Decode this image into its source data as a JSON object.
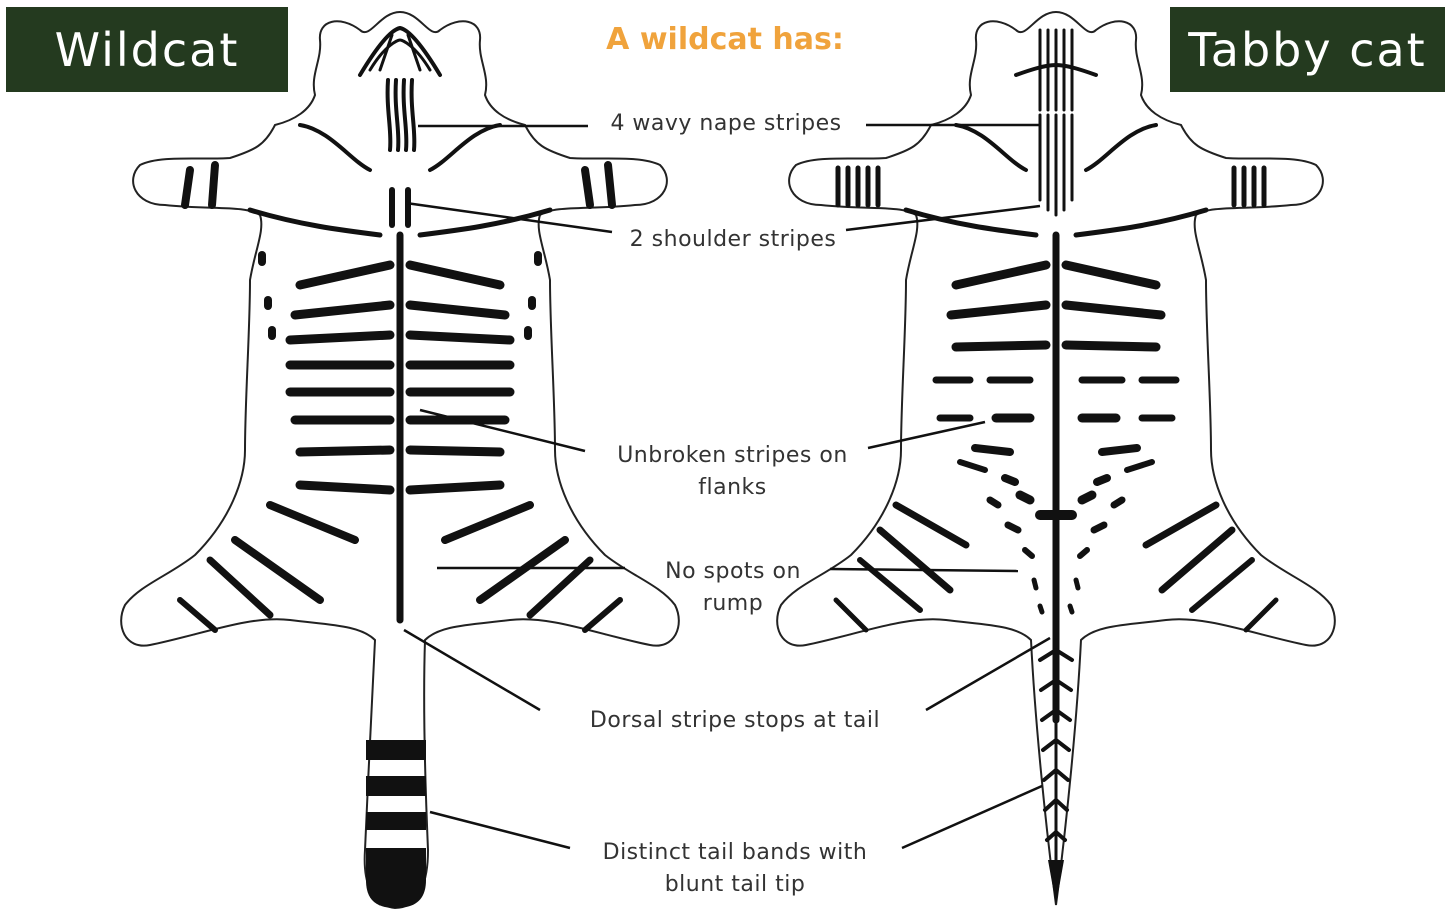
{
  "titles": {
    "left": "Wildcat",
    "right": "Tabby cat",
    "heading": "A wildcat has:"
  },
  "labels": [
    {
      "line1": "4 wavy nape stripes",
      "line2": ""
    },
    {
      "line1": "2 shoulder stripes",
      "line2": ""
    },
    {
      "line1": "Unbroken stripes on",
      "line2": "flanks"
    },
    {
      "line1": "No spots on",
      "line2": "rump"
    },
    {
      "line1": "Dorsal stripe stops at tail",
      "line2": ""
    },
    {
      "line1": "Distinct tail bands with",
      "line2": "blunt tail tip"
    }
  ],
  "colors": {
    "title_bg": "#243a1f",
    "heading": "#f0a33c",
    "stripe": "#111111",
    "label_text": "#333333"
  }
}
